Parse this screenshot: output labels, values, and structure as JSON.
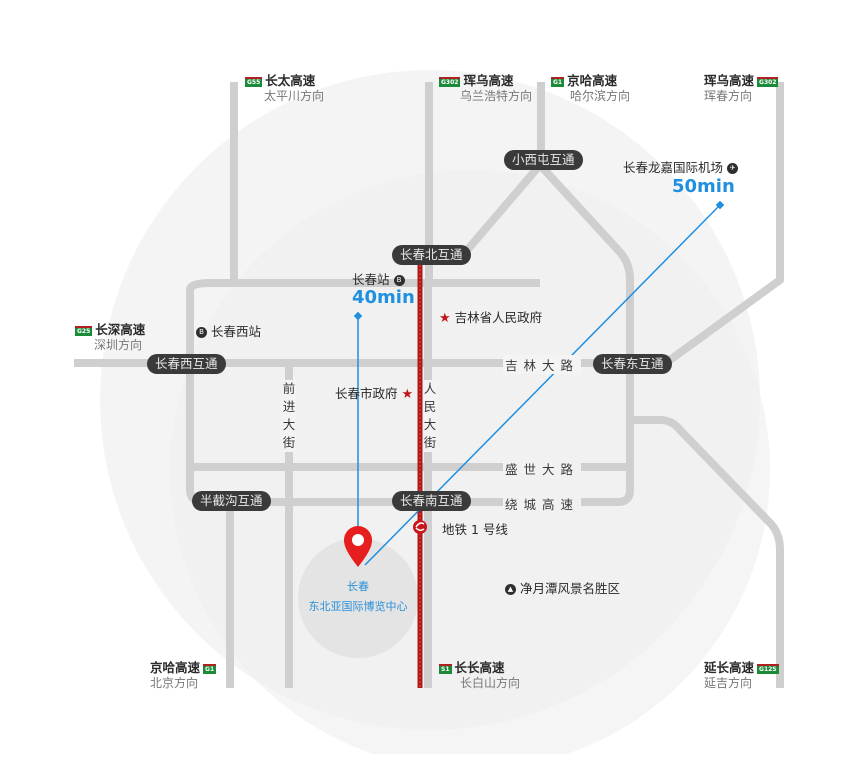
{
  "colors": {
    "road": "#cfcfcf",
    "metro": "#b01818",
    "route": "#1f8fe0",
    "pill_bg": "#3a3a3a",
    "marker": "#e61e1e",
    "circle_outer": "#f3f3f3",
    "badge_green": "#1b8b3a"
  },
  "highways_top": [
    {
      "code": "G55",
      "name": "长太高速",
      "direction": "太平川方向"
    },
    {
      "code": "G302",
      "name": "珲乌高速",
      "direction": "乌兰浩特方向"
    },
    {
      "code": "G1",
      "name": "京哈高速",
      "direction": "哈尔滨方向"
    },
    {
      "code": "G302",
      "name": "珲乌高速",
      "direction": "珲春方向"
    }
  ],
  "highways_left": [
    {
      "code": "G25",
      "name": "长深高速",
      "direction": "深圳方向"
    }
  ],
  "highways_bottom": [
    {
      "code": "G1",
      "name": "京哈高速",
      "direction": "北京方向"
    },
    {
      "code": "S1",
      "name": "长长高速",
      "direction": "长白山方向"
    },
    {
      "code": "G12S",
      "name": "延长高速",
      "direction": "延吉方向"
    }
  ],
  "interchanges": {
    "xiaoxitun": "小西屯互通",
    "north": "长春北互通",
    "west": "长春西互通",
    "east": "长春东互通",
    "banjiegou": "半截沟互通",
    "south": "长春南互通"
  },
  "roads": {
    "jilin": "吉林大路",
    "shengshi": "盛世大路",
    "raocheng": "绕城高速",
    "qianjin": [
      "前",
      "进",
      "大",
      "街"
    ],
    "renmin": [
      "人",
      "民",
      "大",
      "街"
    ]
  },
  "pois": {
    "changchun_station": "长春站",
    "changchun_west_station": "长春西站",
    "airport": "长春龙嘉国际机场",
    "provincial_gov": "吉林省人民政府",
    "city_gov": "长春市政府",
    "metro_line": "地铁 1 号线",
    "jingyuetan": "净月潭风景名胜区"
  },
  "travel_times": {
    "station": "40min",
    "airport": "50min"
  },
  "destination": {
    "line1": "长春",
    "line2": "东北亚国际博览中心"
  },
  "icons": {
    "train": "B",
    "plane": "✈",
    "star": "★",
    "park": "▲",
    "metro": "C"
  }
}
